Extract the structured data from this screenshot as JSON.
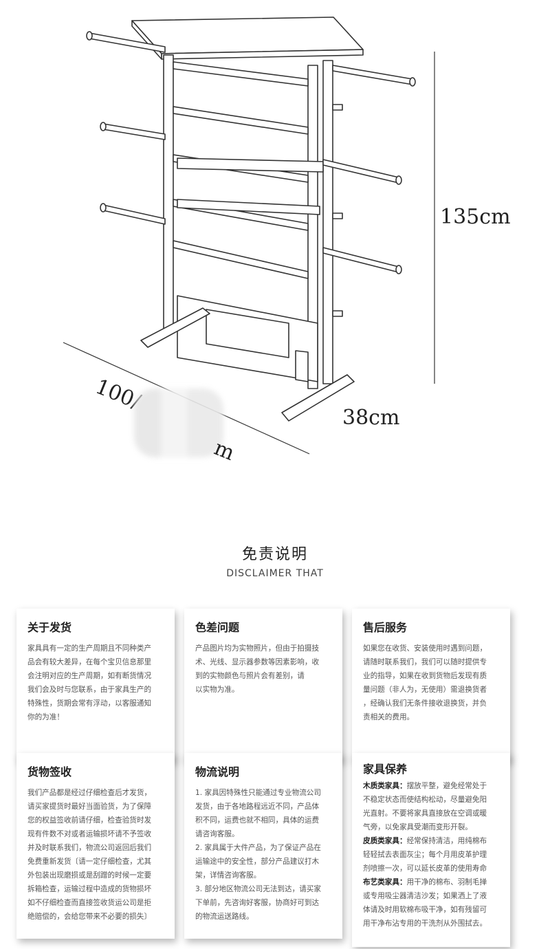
{
  "dimensions": {
    "height": "135cm",
    "depth": "38cm",
    "width_prefix": "100/",
    "width_suffix": "m"
  },
  "disclaimer": {
    "title": "免责说明",
    "subtitle": "DISCLAIMER THAT"
  },
  "cards": [
    {
      "title": "关于发货",
      "lines": [
        "家具具有一定的生产周期且不同种类产",
        "品会有较大差异，在每个宝贝信息那里",
        "会注明对应的生产周期，如有断货情况",
        "我们会及时与您联系，由于家具生产的",
        "特殊性，货期会常有浮动，以客服通知",
        "你的为准！"
      ]
    },
    {
      "title": "色差问题",
      "lines": [
        "产品图片均为实物照片，但由于拍摄技",
        "术、光线、显示器参数等因素影响，收",
        "到的实物颜色与照片会有差别，请",
        "以实物为准。"
      ]
    },
    {
      "title": "售后服务",
      "lines": [
        "如果您在收货、安装使用时遇到问题，",
        "请随时联系我们，我们可以随时提供专",
        "业的指导，如果在收到货物后发现有质",
        "量问题（非人为，无使用）需退换货者",
        "，经确认我们无条件接收退换货，并负",
        "责相关的费用。"
      ]
    },
    {
      "title": "货物签收",
      "lines": [
        "我们产品都是经过仔细检查后才发货，",
        "请买家提货时最好当面验货，为了保障",
        "您的权益签收前请仔细，检查验货时发",
        "现有件数不对或者运输损坏请不予签收",
        "并及时联系我们，物流公司返回后我们",
        "免费重新发货〔请一定仔细检查，尤其",
        "外包装出现磨损或是刮蹭的时候一定要",
        "拆箱检查，运输过程中造成的货物损坏",
        "如不仔细检查而直接签收货运公司是拒",
        "绝赔偿的，会给您带来不必要的损失〕"
      ]
    },
    {
      "title": "物流说明",
      "lines": [
        "1. 家具因特殊性只能通过专业物流公司",
        "发货，由于各地路程远近不同，产品体",
        "积不同，运费也就不相同，具体的运费",
        "请咨询客服。",
        "2. 家具属于大件产品，为了保证产品在",
        "运输途中的安全性，部分产品建议打木",
        "架，详情咨询客服。",
        "3. 部分地区物流公司无法到达，请买家",
        "下单前，先咨询好客服，协商好可到达",
        "的物流运送路线。"
      ]
    },
    {
      "title": "家具保养",
      "lines": [
        "木质类家具：摆放平整，避免经常处于",
        "不稳定状态而使结构松动，尽量避免阳",
        "光直射。不要将家具直接放在空调或暖",
        "气旁，以免家具受潮而变形开裂。",
        "皮质类家具：经常保持清洁，用纯棉布",
        "轻轻拭去表面灰尘；每个月用皮革护理",
        "剂喷擦一次，可以延长皮革的使用寿命",
        "布艺类家具：用干净的棉布、羽制毛掸",
        "或专用吸尘器清洁沙发；如果洒上了液",
        "体请及时用软棉布吸干净，如有残留可",
        "用干净布沾专用的干洗剂从外围拭去。"
      ],
      "bold_prefixes": [
        "木质类家具：",
        "皮质类家具：",
        "布艺类家具："
      ]
    }
  ]
}
